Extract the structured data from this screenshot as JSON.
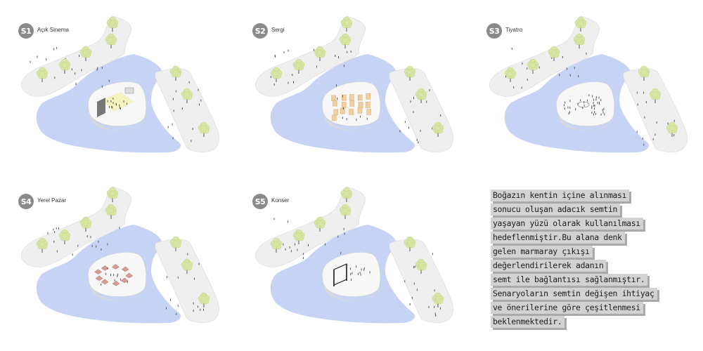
{
  "scenarios": [
    {
      "badge": "S1",
      "label": "Açık Sinema",
      "activity": "cinema"
    },
    {
      "badge": "S2",
      "label": "Sergi",
      "activity": "exhibition"
    },
    {
      "badge": "S3",
      "label": "Tiyatro",
      "activity": "theatre"
    },
    {
      "badge": "S4",
      "label": "Yerel Pazar",
      "activity": "market"
    },
    {
      "badge": "S5",
      "label": "Konser",
      "activity": "concert"
    }
  ],
  "description": {
    "lines": [
      "Boğazın kentin içine alınması",
      "sonucu oluşan adacık semtin",
      "yaşayan yüzü olarak kullanılması",
      "hedeflenmiştir.Bu alana denk",
      "gelen marmaray çıkışı",
      "değerlendirilerek adanın",
      "semt ile bağlantısı sağlanmıştır.",
      "Senaryoların semtin değişen ihtiyaç",
      "ve önerilerine göre çeşitlenmesi",
      "beklenmektedir."
    ]
  },
  "colors": {
    "water": "#c6d3f5",
    "land": "#efefef",
    "tree": "#d7e6a3",
    "cinema_glow": "#f3f2b8",
    "exhibition": "#f1cf9e",
    "market": "#d89a92",
    "badge": "#8a8a8a",
    "text_bg": "#d2d2d2"
  }
}
